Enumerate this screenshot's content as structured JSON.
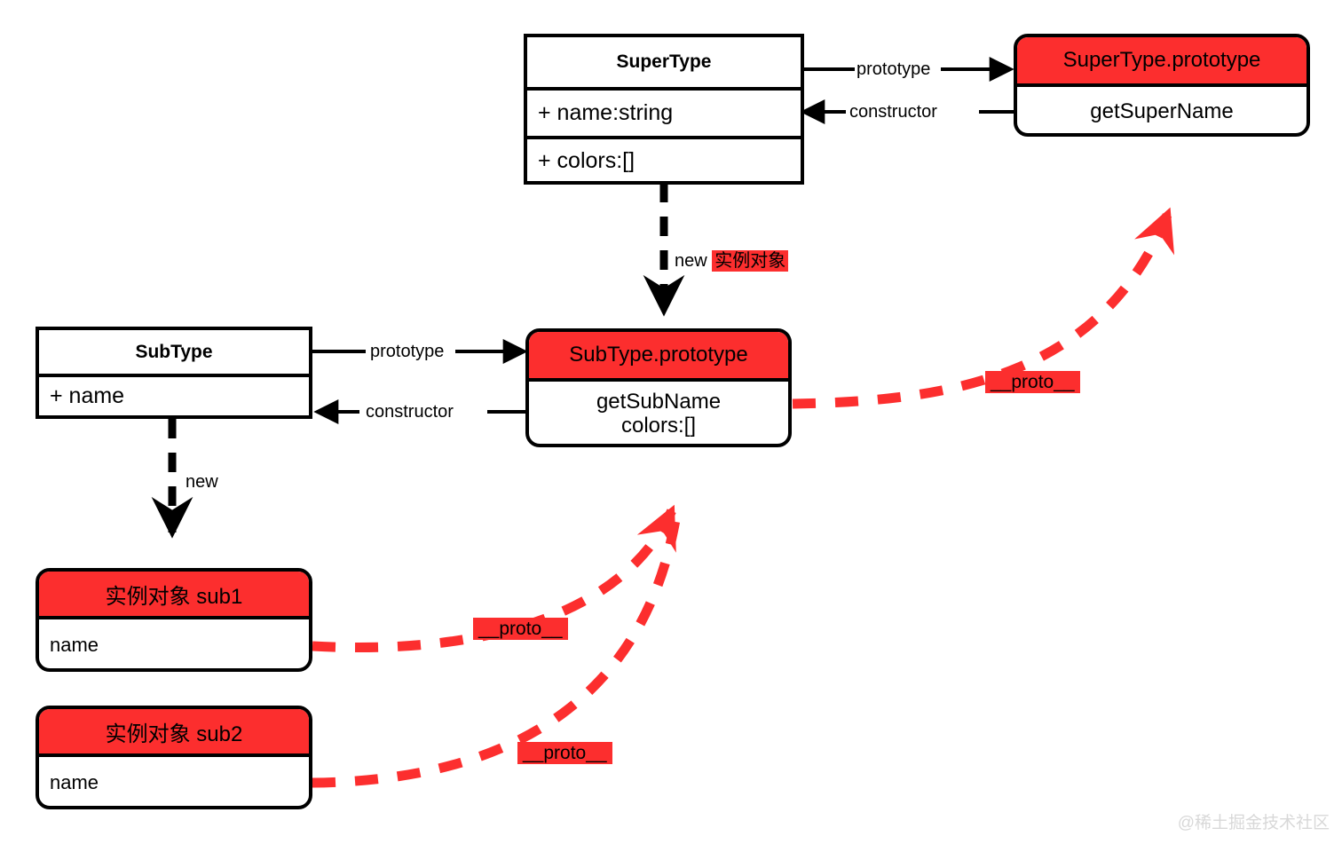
{
  "meta": {
    "watermark": "@稀土掘金技术社区",
    "colors": {
      "red": "#fc2e2e",
      "black": "#000000",
      "white": "#ffffff",
      "watermark_gray": "#d8d8d8"
    }
  },
  "boxes": {
    "super_type": {
      "kind": "uml-class",
      "title": "SuperType",
      "attributes": [
        "+ name:string",
        "+ colors:[]"
      ]
    },
    "super_type_prototype": {
      "kind": "object",
      "header": "SuperType.prototype",
      "members": [
        "getSuperName"
      ]
    },
    "sub_type": {
      "kind": "uml-class",
      "title": "SubType",
      "attributes": [
        "+ name"
      ]
    },
    "sub_type_prototype": {
      "kind": "object",
      "header": "SubType.prototype",
      "members": [
        "getSubName",
        "colors:[]"
      ]
    },
    "instance_sub1": {
      "kind": "object",
      "header": "实例对象 sub1",
      "members": [
        "name"
      ]
    },
    "instance_sub2": {
      "kind": "object",
      "header": "实例对象 sub2",
      "members": [
        "name"
      ]
    }
  },
  "edges": {
    "super_prototype": "prototype",
    "super_constructor": "constructor",
    "sub_prototype": "prototype",
    "sub_constructor": "constructor",
    "super_new": "new",
    "super_new_highlight": "实例对象",
    "sub_new": "new",
    "proto_sub_to_super": "__proto__",
    "proto_sub1_to_proto": "__proto__",
    "proto_sub2_to_proto": "__proto__"
  }
}
